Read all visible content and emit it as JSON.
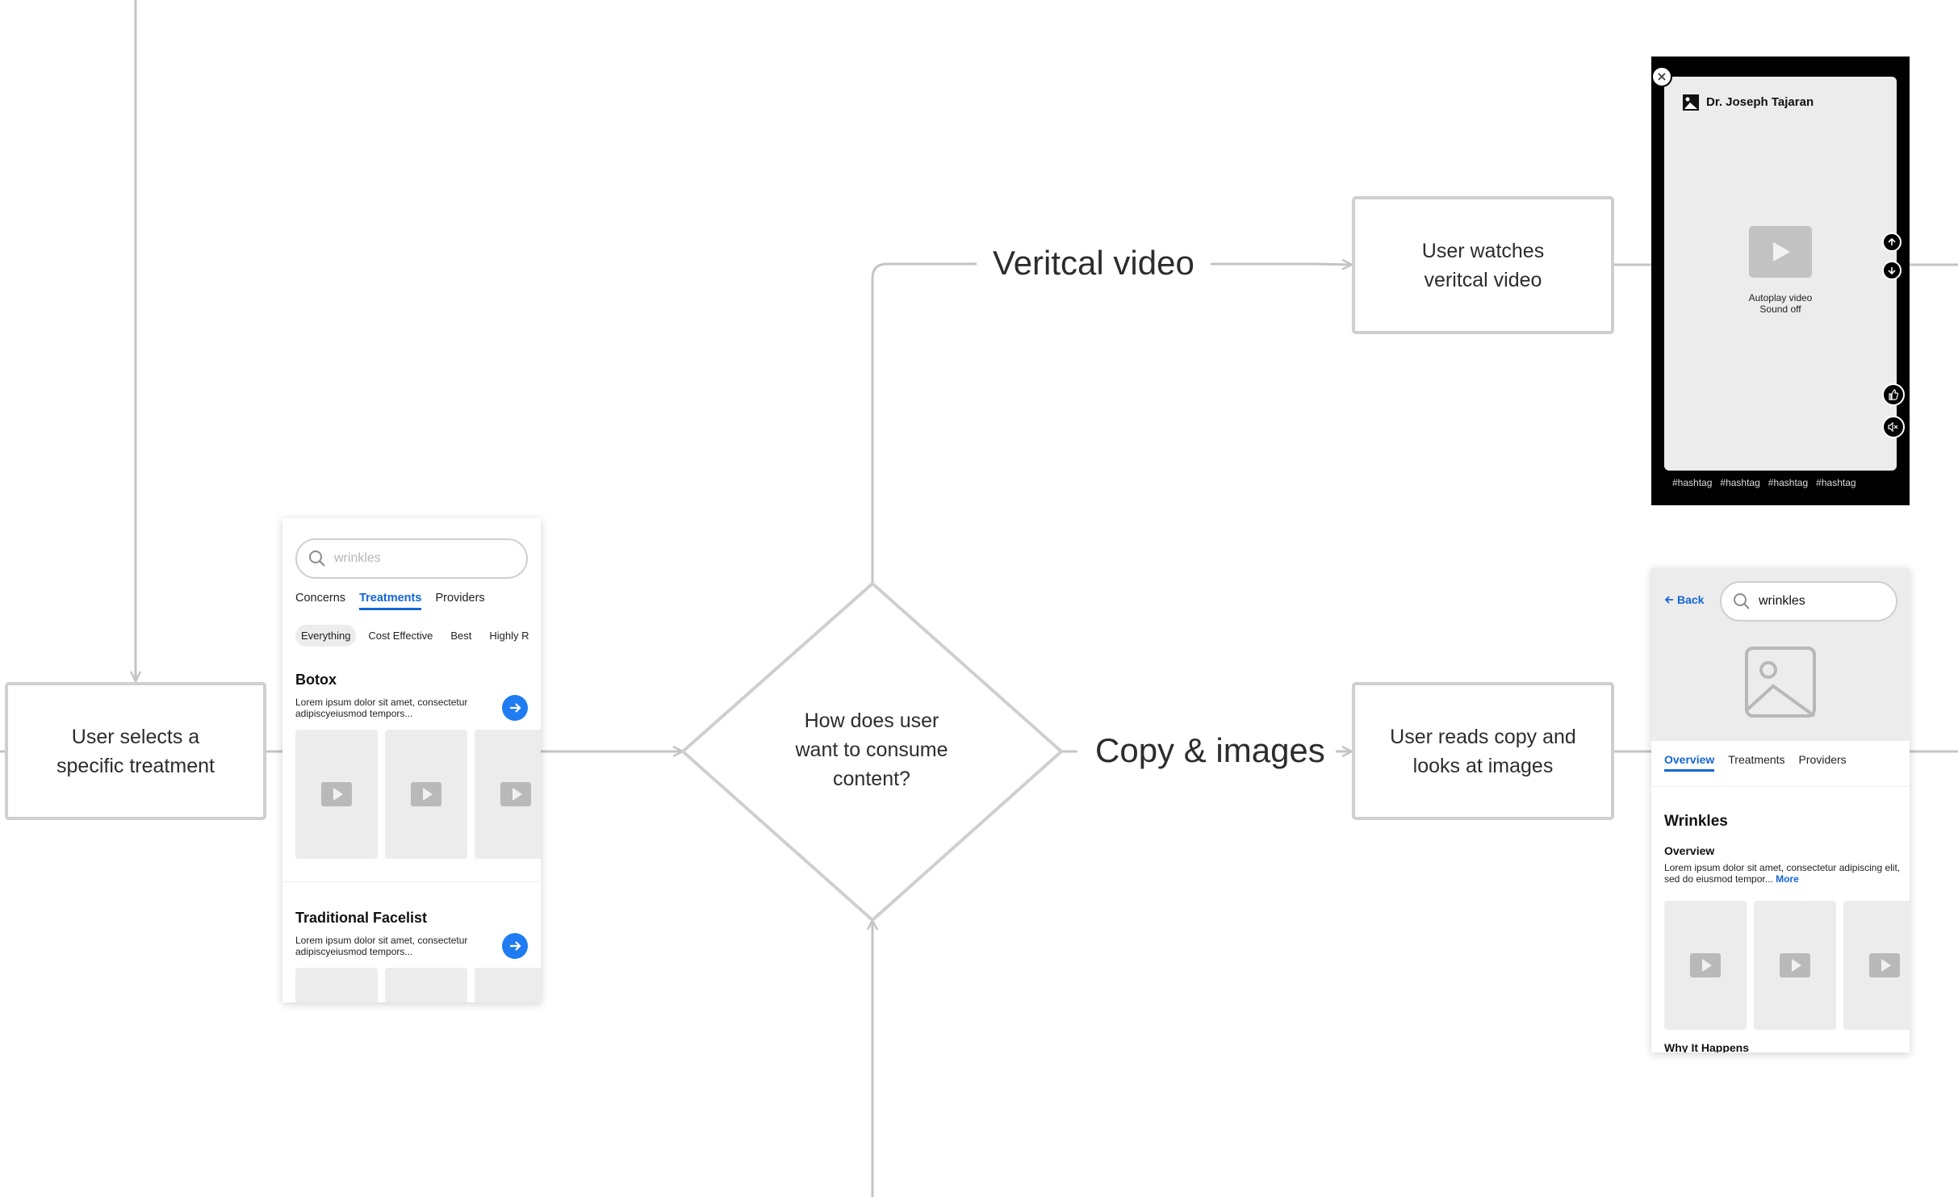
{
  "flow": {
    "step_select": "User selects a\nspecific treatment",
    "decision": "How does user\nwant to consume\ncontent?",
    "branch_video_label": "Veritcal video",
    "branch_copy_label": "Copy & images",
    "step_watch": "User watches\nveritcal video",
    "step_read": "User reads copy and\nlooks at images"
  },
  "treatments_screen": {
    "search_placeholder": "wrinkles",
    "tabs": [
      {
        "label": "Concerns",
        "active": false
      },
      {
        "label": "Treatments",
        "active": true
      },
      {
        "label": "Providers",
        "active": false
      }
    ],
    "chips": [
      {
        "label": "Everything",
        "active": true
      },
      {
        "label": "Cost Effective",
        "active": false
      },
      {
        "label": "Best",
        "active": false
      },
      {
        "label": "Highly R",
        "active": false
      }
    ],
    "cards": [
      {
        "title": "Botox",
        "desc": "Lorem ipsum dolor sit amet, consectetur adipiscyeiusmod tempors..."
      },
      {
        "title": "Traditional Facelist",
        "desc": "Lorem ipsum dolor sit amet, consectetur adipiscyeiusmod tempors..."
      }
    ]
  },
  "video_screen": {
    "provider_name": "Dr. Joseph Tajaran",
    "autoplay_line1": "Autoplay video",
    "autoplay_line2": "Sound off",
    "hashtags": [
      "#hashtag",
      "#hashtag",
      "#hashtag",
      "#hashtag"
    ]
  },
  "detail_screen": {
    "back_label": "Back",
    "search_value": "wrinkles",
    "tabs": [
      {
        "label": "Overview",
        "active": true
      },
      {
        "label": "Treatments",
        "active": false
      },
      {
        "label": "Providers",
        "active": false
      }
    ],
    "title": "Wrinkles",
    "section_heading": "Overview",
    "body": "Lorem ipsum dolor sit amet, consectetur adipiscing elit, sed do eiusmod tempor...",
    "more_label": "More",
    "next_heading": "Why It Happens"
  },
  "colors": {
    "connector": "#c4c4c4",
    "node_border": "#cfcfcf",
    "accent": "#1466d6",
    "button": "#1f7cf2",
    "placeholder": "#ececec"
  }
}
